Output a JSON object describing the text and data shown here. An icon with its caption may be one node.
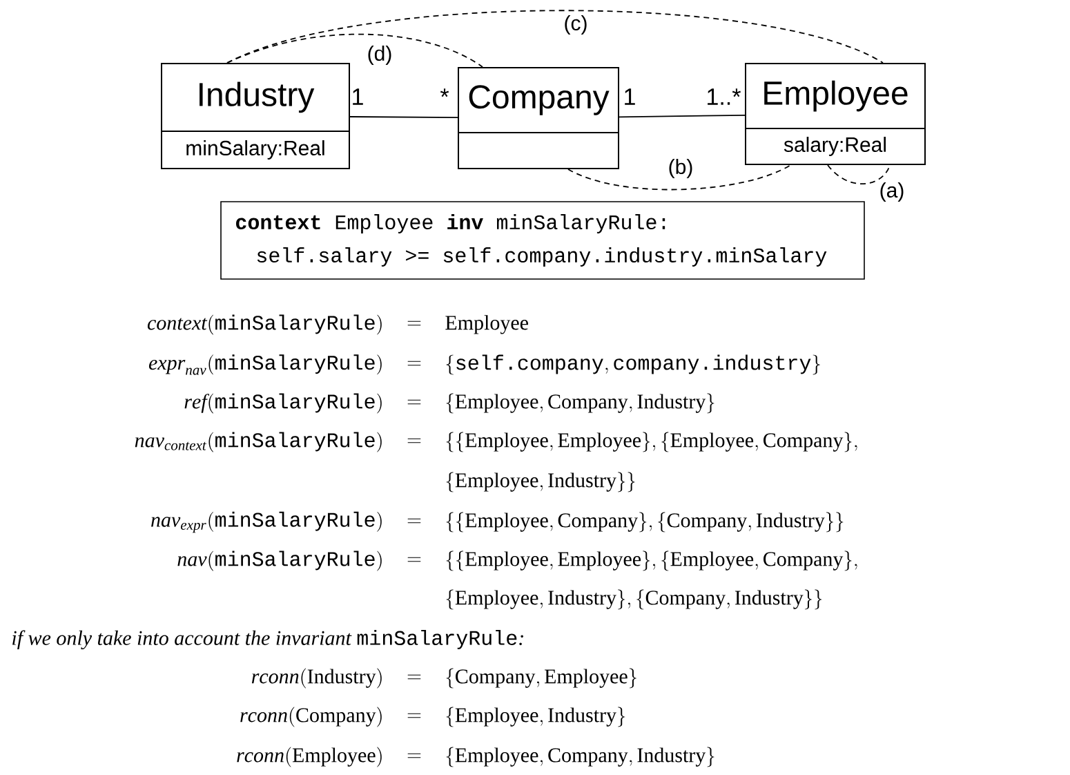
{
  "diagram": {
    "nodes": [
      {
        "text": [
          "Industry",
          "minSalary:Real"
        ]
      },
      {
        "text": [
          "Company"
        ]
      },
      {
        "text": [
          "Employee",
          "salary:Real"
        ]
      },
      {
        "text": [
          "**context** Employee **inv** minSalaryRule:",
          "self.salary >= self.company.industry.minSalary"
        ]
      }
    ],
    "edges": [
      {
        "from": 0,
        "to": 1,
        "arrow": "none"
      },
      {
        "from": 1,
        "to": 2,
        "arrow": "none"
      },
      {
        "from": 2,
        "to": 2,
        "arrow": "none",
        "label": "(a)",
        "style": "dashed"
      },
      {
        "from": 1,
        "to": 2,
        "arrow": "none",
        "label": "(b)",
        "style": "dashed"
      },
      {
        "from": 0,
        "to": 2,
        "arrow": "none",
        "label": "(c)",
        "style": "dashed"
      },
      {
        "from": 0,
        "to": 1,
        "arrow": "none",
        "label": "(d)",
        "style": "dashed"
      }
    ],
    "labels": [
      "1",
      "*",
      "1",
      "1..*",
      "\\mathit{context}(\\texttt{minSalaryRule})",
      "=",
      "\\mathrm{Employee}",
      "\\mathit{expr}_{\\mathit{nav}}(\\texttt{minSalaryRule})",
      "=",
      "\\{\\texttt{self.company}, \\texttt{company.industry}\\}",
      "\\mathit{ref}(\\texttt{minSalaryRule})",
      "=",
      "\\{\\mathrm{Employee}, \\mathrm{Company}, \\mathrm{Industry}\\}",
      "\\mathit{nav}_{\\mathit{context}}(\\texttt{minSalaryRule})",
      "=",
      "\\{\\{\\mathrm{Employee}, \\mathrm{Employee}\\}, \\{\\mathrm{Employee}, \\mathrm{Company}\\},",
      "\\{\\mathrm{Employee}, \\mathrm{Industry}\\}\\}",
      "\\mathit{nav}_{\\mathit{expr}}(\\texttt{minSalaryRule})",
      "=",
      "\\{\\{\\mathrm{Employee}, \\mathrm{Company}\\}, \\{\\mathrm{Company}, \\mathrm{Industry}\\}\\}",
      "\\mathit{nav}(\\texttt{minSalaryRule})",
      "=",
      "\\{\\{\\mathrm{Employee}, \\mathrm{Employee}\\}, \\{\\mathrm{Employee}, \\mathrm{Company}\\},",
      "\\{\\mathrm{Employee}, \\mathrm{Industry}\\}, \\{\\mathrm{Company}, \\mathrm{Industry}\\}\\}",
      "\\textit{if we only take into account the invariant }\\texttt{minSalaryRule}\\textit{:}",
      "\\mathit{rconn}(\\mathrm{Industry})",
      "=",
      "\\{\\mathrm{Company}, \\mathrm{Employee}\\}",
      "\\mathit{rconn}(\\mathrm{Company})",
      "=",
      "\\{\\mathrm{Employee}, \\mathrm{Industry}\\}",
      "\\mathit{rconn}(\\mathrm{Employee})",
      "=",
      "\\{\\mathrm{Employee}, \\mathrm{Company}, \\mathrm{Industry}\\}"
    ]
  }
}
